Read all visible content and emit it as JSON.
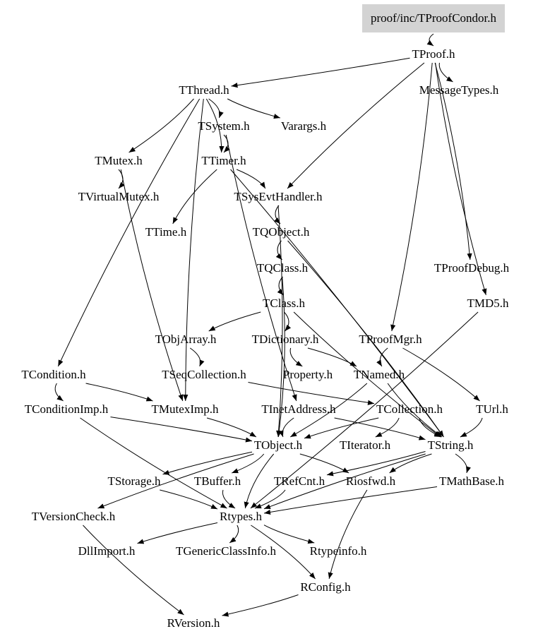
{
  "graph": {
    "root": "proof/inc/TProofCondor.h",
    "nodes": {
      "Condor": "proof/inc/TProofCondor.h",
      "TProof": "TProof.h",
      "TThread": "TThread.h",
      "MessageTypes": "MessageTypes.h",
      "TSystem": "TSystem.h",
      "Varargs": "Varargs.h",
      "TMutex": "TMutex.h",
      "TTimer": "TTimer.h",
      "TVirtualMutex": "TVirtualMutex.h",
      "TSysEvtHandler": "TSysEvtHandler.h",
      "TTime": "TTime.h",
      "TQObject": "TQObject.h",
      "TQClass": "TQClass.h",
      "TProofDebug": "TProofDebug.h",
      "TClass": "TClass.h",
      "TMD5": "TMD5.h",
      "TObjArray": "TObjArray.h",
      "TDictionary": "TDictionary.h",
      "TProofMgr": "TProofMgr.h",
      "TCondition": "TCondition.h",
      "TSeqCollection": "TSeqCollection.h",
      "Property": "Property.h",
      "TNamed": "TNamed.h",
      "TConditionImp": "TConditionImp.h",
      "TMutexImp": "TMutexImp.h",
      "TInetAddress": "TInetAddress.h",
      "TCollection": "TCollection.h",
      "TUrl": "TUrl.h",
      "TObject": "TObject.h",
      "TIterator": "TIterator.h",
      "TString": "TString.h",
      "TStorage": "TStorage.h",
      "TBuffer": "TBuffer.h",
      "TRefCnt": "TRefCnt.h",
      "Riosfwd": "Riosfwd.h",
      "TMathBase": "TMathBase.h",
      "TVersionCheck": "TVersionCheck.h",
      "Rtypes": "Rtypes.h",
      "DllImport": "DllImport.h",
      "TGenericClassInfo": "TGenericClassInfo.h",
      "Rtypeinfo": "Rtypeinfo.h",
      "RConfig": "RConfig.h",
      "RVersion": "RVersion.h"
    },
    "edges": [
      [
        "Condor",
        "TProof"
      ],
      [
        "TProof",
        "TThread"
      ],
      [
        "TProof",
        "MessageTypes"
      ],
      [
        "TProof",
        "TProofDebug"
      ],
      [
        "TProof",
        "TMD5"
      ],
      [
        "TProof",
        "TProofMgr"
      ],
      [
        "TProof",
        "TSysEvtHandler"
      ],
      [
        "TThread",
        "TSystem"
      ],
      [
        "TThread",
        "Varargs"
      ],
      [
        "TThread",
        "TMutex"
      ],
      [
        "TThread",
        "TCondition"
      ],
      [
        "TThread",
        "TTimer"
      ],
      [
        "TThread",
        "TMutexImp"
      ],
      [
        "TSystem",
        "TTimer"
      ],
      [
        "TSystem",
        "TInetAddress"
      ],
      [
        "TMutex",
        "TVirtualMutex"
      ],
      [
        "TMutex",
        "TMutexImp"
      ],
      [
        "TTimer",
        "TSysEvtHandler"
      ],
      [
        "TTimer",
        "TTime"
      ],
      [
        "TTimer",
        "TString"
      ],
      [
        "TSysEvtHandler",
        "TQObject"
      ],
      [
        "TSysEvtHandler",
        "TObject"
      ],
      [
        "TQObject",
        "TQClass"
      ],
      [
        "TQObject",
        "TString"
      ],
      [
        "TQClass",
        "TClass"
      ],
      [
        "TQClass",
        "TObject"
      ],
      [
        "TClass",
        "TObjArray"
      ],
      [
        "TClass",
        "TDictionary"
      ],
      [
        "TClass",
        "TString"
      ],
      [
        "TObjArray",
        "TSeqCollection"
      ],
      [
        "TDictionary",
        "Property"
      ],
      [
        "TDictionary",
        "TNamed"
      ],
      [
        "TProofMgr",
        "TNamed"
      ],
      [
        "TProofMgr",
        "TUrl"
      ],
      [
        "TCondition",
        "TConditionImp"
      ],
      [
        "TCondition",
        "TMutexImp"
      ],
      [
        "TSeqCollection",
        "TCollection"
      ],
      [
        "TNamed",
        "TObject"
      ],
      [
        "TNamed",
        "TString"
      ],
      [
        "TConditionImp",
        "TObject"
      ],
      [
        "TConditionImp",
        "Rtypes"
      ],
      [
        "TMutexImp",
        "TObject"
      ],
      [
        "TInetAddress",
        "TObject"
      ],
      [
        "TInetAddress",
        "TString"
      ],
      [
        "TCollection",
        "TObject"
      ],
      [
        "TCollection",
        "TIterator"
      ],
      [
        "TCollection",
        "TString"
      ],
      [
        "TUrl",
        "TString"
      ],
      [
        "TObject",
        "TStorage"
      ],
      [
        "TObject",
        "TBuffer"
      ],
      [
        "TObject",
        "TVersionCheck"
      ],
      [
        "TObject",
        "Riosfwd"
      ],
      [
        "TObject",
        "Rtypes"
      ],
      [
        "TString",
        "TRefCnt"
      ],
      [
        "TString",
        "Riosfwd"
      ],
      [
        "TString",
        "TMathBase"
      ],
      [
        "TString",
        "Rtypes"
      ],
      [
        "TStorage",
        "Rtypes"
      ],
      [
        "TBuffer",
        "Rtypes"
      ],
      [
        "TRefCnt",
        "Rtypes"
      ],
      [
        "TMathBase",
        "Rtypes"
      ],
      [
        "TMD5",
        "Rtypes"
      ],
      [
        "Rtypes",
        "DllImport"
      ],
      [
        "Rtypes",
        "TGenericClassInfo"
      ],
      [
        "Rtypes",
        "Rtypeinfo"
      ],
      [
        "Rtypes",
        "RConfig"
      ],
      [
        "Riosfwd",
        "RConfig"
      ],
      [
        "RConfig",
        "RVersion"
      ],
      [
        "TVersionCheck",
        "RVersion"
      ]
    ]
  }
}
